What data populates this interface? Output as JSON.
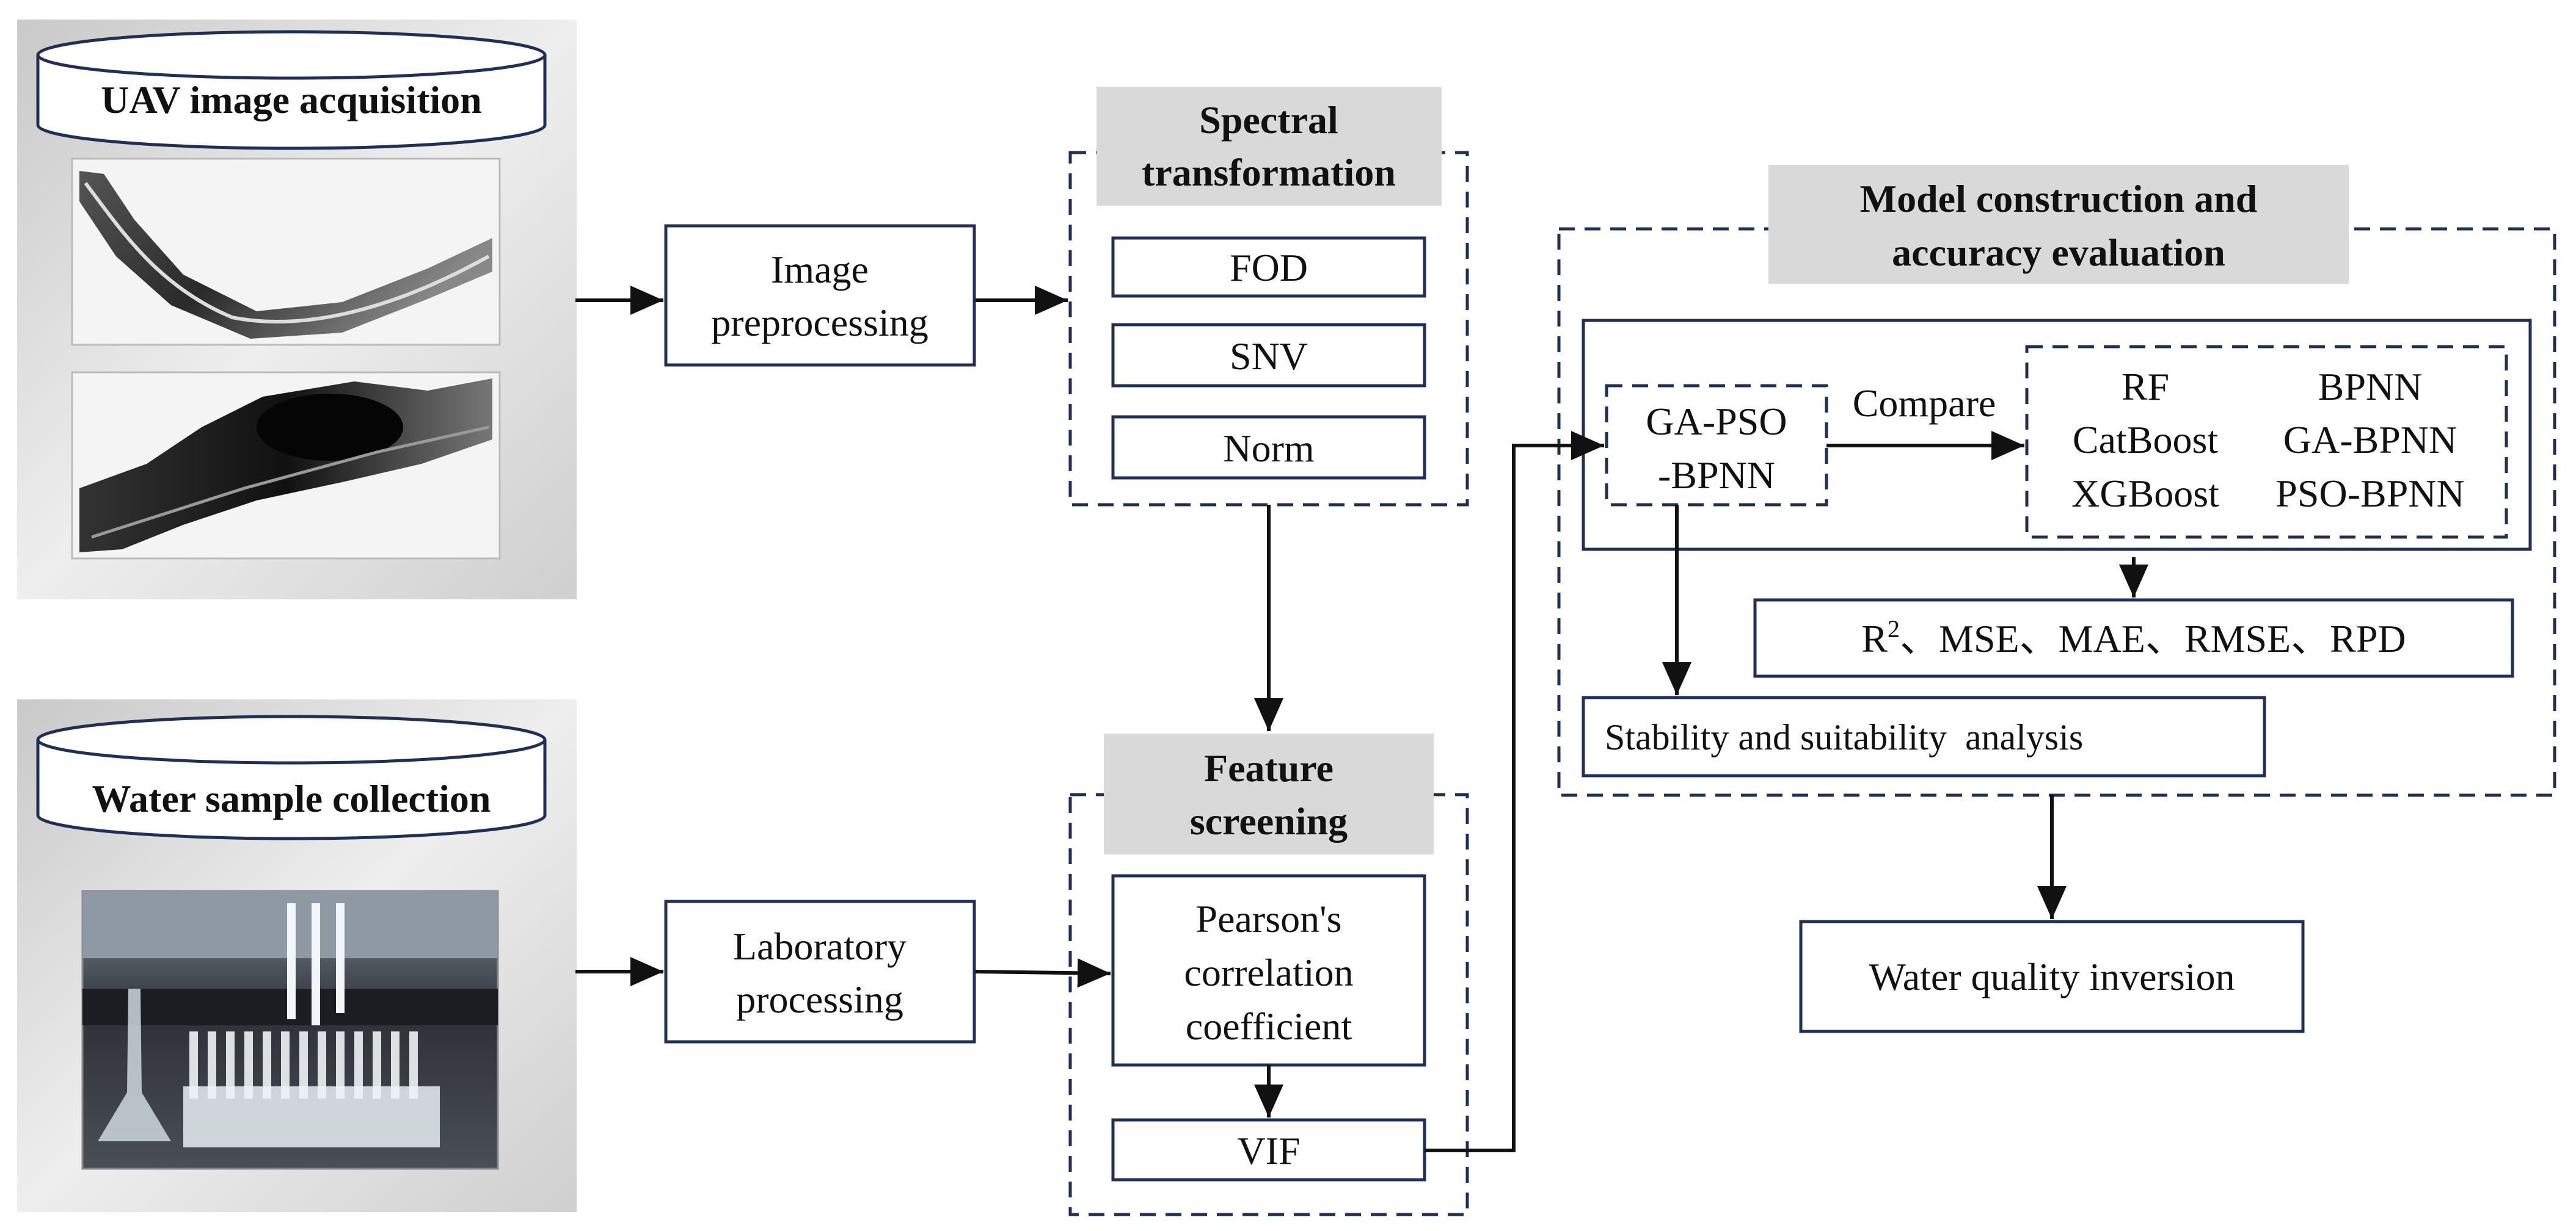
{
  "uav": {
    "title": "UAV image acquisition"
  },
  "water": {
    "title": "Water sample collection"
  },
  "steps": {
    "image_preprocessing": [
      "Image",
      "preprocessing"
    ],
    "laboratory_processing": [
      "Laboratory",
      "processing"
    ]
  },
  "spectral": {
    "title": [
      "Spectral",
      "transformation"
    ],
    "items": [
      "FOD",
      "SNV",
      "Norm"
    ]
  },
  "feature": {
    "title": [
      "Feature",
      "screening"
    ],
    "pearson": [
      "Pearson's",
      "correlation",
      "coefficient"
    ],
    "vif": "VIF"
  },
  "model": {
    "title": [
      "Model construction and",
      "accuracy evaluation"
    ],
    "main_model": [
      "GA-PSO",
      "-BPNN"
    ],
    "compare_label": "Compare",
    "compare_models": [
      [
        "RF",
        "BPNN"
      ],
      [
        "CatBoost",
        "GA-BPNN"
      ],
      [
        "XGBoost",
        "PSO-BPNN"
      ]
    ],
    "metrics_prefix": "R",
    "metrics_sup": "2",
    "metrics_rest": "、MSE、MAE、RMSE、RPD",
    "stability": "Stability and suitability  analysis"
  },
  "output": {
    "label": "Water quality inversion"
  }
}
